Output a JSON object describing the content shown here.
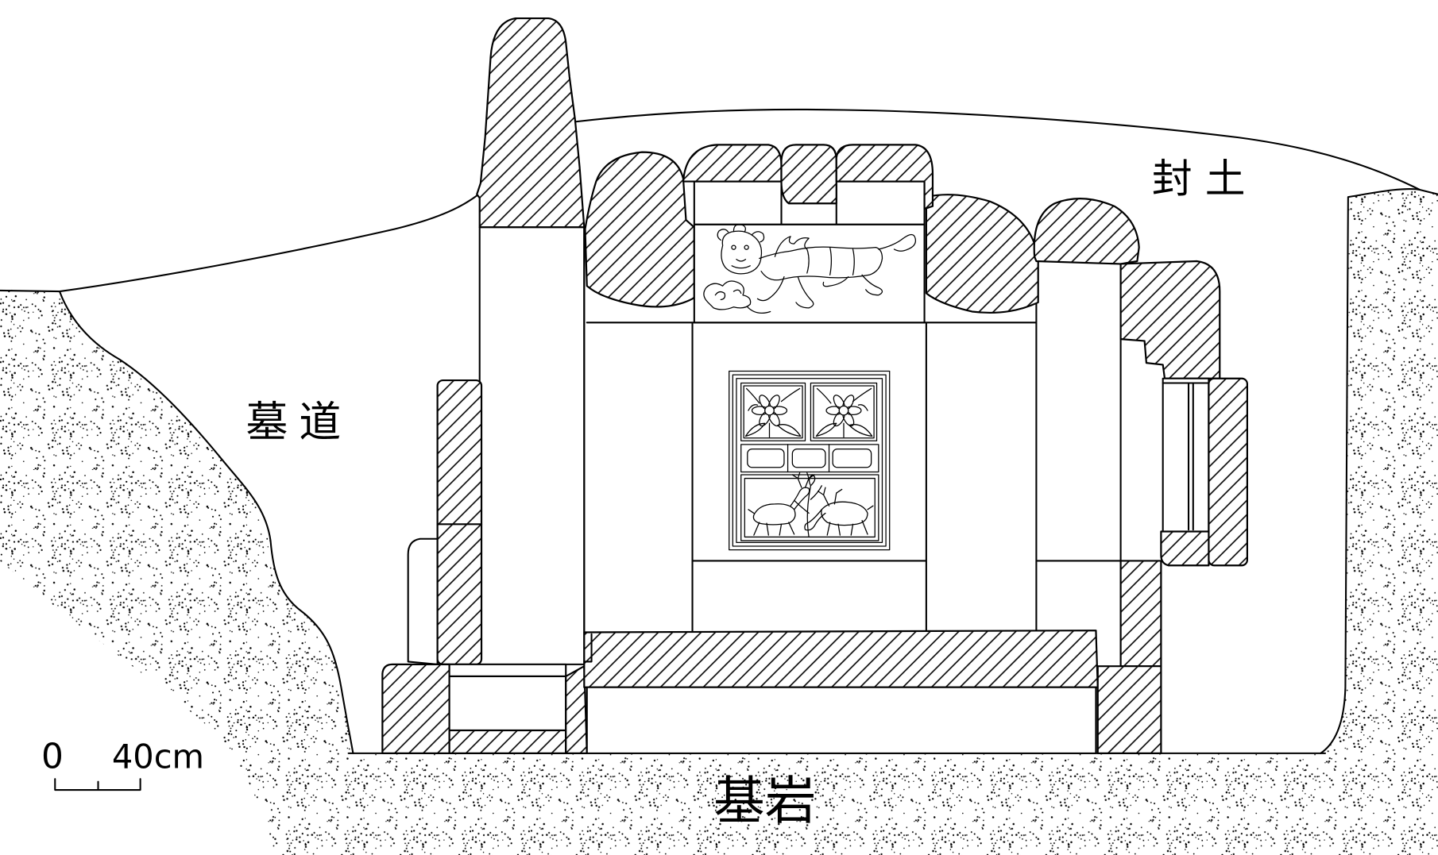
{
  "labels": {
    "mound_soil": "封土",
    "tomb_passage": "墓道",
    "bedrock": "基岩"
  },
  "scale_bar": {
    "zero": "0",
    "length": "40cm"
  },
  "colors": {
    "line": "#000000",
    "background": "#ffffff"
  }
}
